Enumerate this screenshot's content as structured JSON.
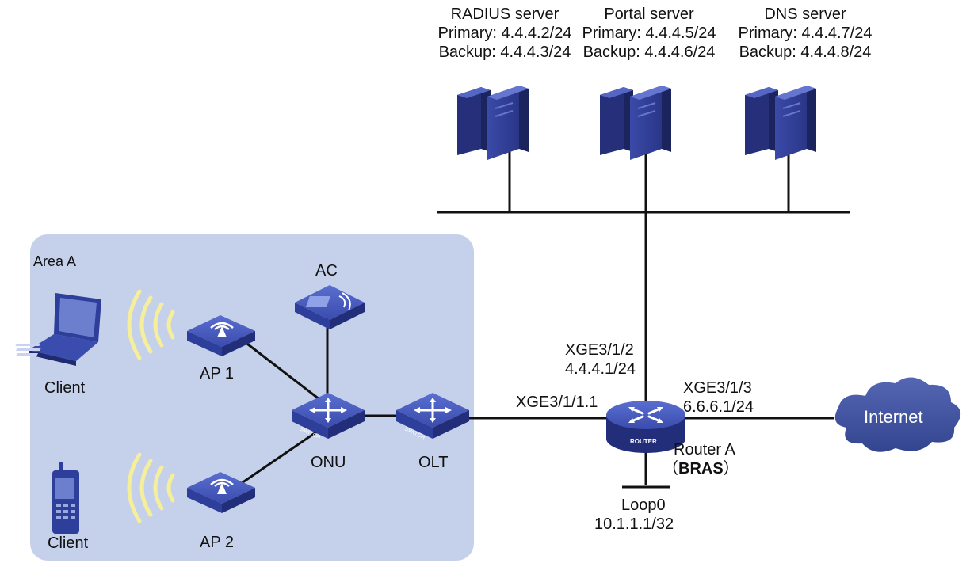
{
  "area": {
    "label": "Area A",
    "fill": "#c5d1ea"
  },
  "servers": [
    {
      "name": "RADIUS server",
      "primary": "Primary: 4.4.4.2/24",
      "backup": "Backup: 4.4.4.3/24"
    },
    {
      "name": "Portal server",
      "primary": "Primary: 4.4.4.5/24",
      "backup": "Backup: 4.4.4.6/24"
    },
    {
      "name": "DNS server",
      "primary": "Primary: 4.4.4.7/24",
      "backup": "Backup: 4.4.4.8/24"
    }
  ],
  "devices": {
    "ac": "AC",
    "ap1": "AP 1",
    "ap2": "AP 2",
    "onu": "ONU",
    "olt": "OLT",
    "client_laptop": "Client",
    "client_phone": "Client",
    "router_name": "Router A",
    "router_role_open": "（",
    "router_role": "BRAS",
    "router_role_close": "）",
    "router_icon_text": "ROUTER",
    "switch_icon_text": "SWITCH",
    "internet": "Internet"
  },
  "interfaces": {
    "uplink_port": "XGE3/1/2",
    "uplink_ip": "4.4.4.1/24",
    "downlink_port": "XGE3/1/1.1",
    "wan_port": "XGE3/1/3",
    "wan_ip": "6.6.6.1/24",
    "loop_name": "Loop0",
    "loop_ip": "10.1.1.1/32"
  },
  "colors": {
    "device_blue": "#2e3f9b",
    "device_top": "#4a5cc0",
    "server_dark": "#26307a",
    "wifi_yellow": "#f5ee9a",
    "cloud": "#3b4f9e",
    "line": "#111111"
  }
}
